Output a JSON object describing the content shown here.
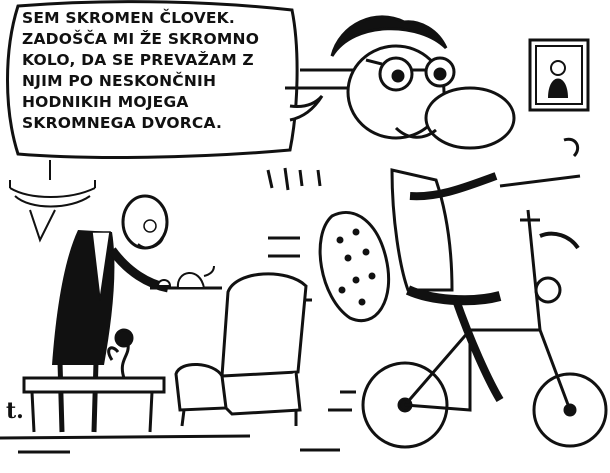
{
  "speech_bubble": {
    "lines": [
      "SEM SKROMEN ČLOVEK.",
      "ZADOŠČA MI ŽE SKROMNO",
      "KOLO, DA SE PREVAŽAM Z",
      "NJIM PO NESKONČNIH",
      "HODNIKIH MOJEGA",
      "SKROMNEGA DVORCA."
    ]
  },
  "signature": "t.",
  "colors": {
    "ink": "#111111",
    "paper": "#ffffff"
  }
}
